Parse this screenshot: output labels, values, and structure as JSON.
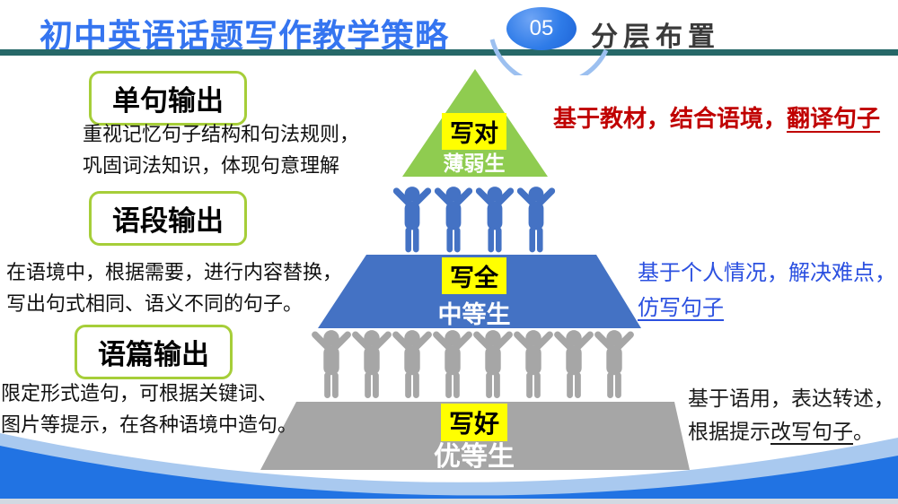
{
  "slide": {
    "title": "初中英语话题写作教学策略",
    "badge_number": "05",
    "section_title": "分层布置"
  },
  "output_levels": [
    {
      "label": "单句输出",
      "description": "重视记忆句子结构和句法规则，\n巩固词法知识，体现句意理解"
    },
    {
      "label": "语段输出",
      "description": "在语境中，根据需要，进行内容替换，\n写出句式相同、语义不同的句子。"
    },
    {
      "label": "语篇输出",
      "description": "限定形式造句，可根据关键词、\n图片等提示，在各种语境中造句。"
    }
  ],
  "pyramid": {
    "tiers": [
      {
        "goal": "写对",
        "student": "薄弱生",
        "color": "#8FCC50"
      },
      {
        "goal": "写全",
        "student": "中等生",
        "color": "#4472C4"
      },
      {
        "goal": "写好",
        "student": "优等生",
        "color": "#A6A6A6"
      }
    ],
    "goal_highlight_color": "#FFFF00",
    "people_rows": [
      {
        "count": 4,
        "color": "#4472C4"
      },
      {
        "count": 8,
        "color": "#A6A6A6"
      }
    ]
  },
  "annotations": [
    {
      "pre": "基于教材，结合语境，",
      "underlined": "翻译句子",
      "post": "",
      "color": "#C00000"
    },
    {
      "pre": "基于个人情况，解决难点，\n",
      "underlined": "仿写句子",
      "post": "",
      "color": "#2B50E0"
    },
    {
      "pre": "基于语用，表达转述，\n根据提示",
      "underlined": "改写句子",
      "post": "。",
      "color": "#1A1A1A"
    }
  ],
  "theme": {
    "title_color": "#3575F0",
    "header_rule_color": "#266868",
    "badge_color": "#2E7BE8",
    "stage_box_border_color": "#A6CE39",
    "wave_light_color": "#A9C9EF",
    "wave_dark_color": "#2173E3",
    "footer_strip_color": "#D2D9E2"
  }
}
